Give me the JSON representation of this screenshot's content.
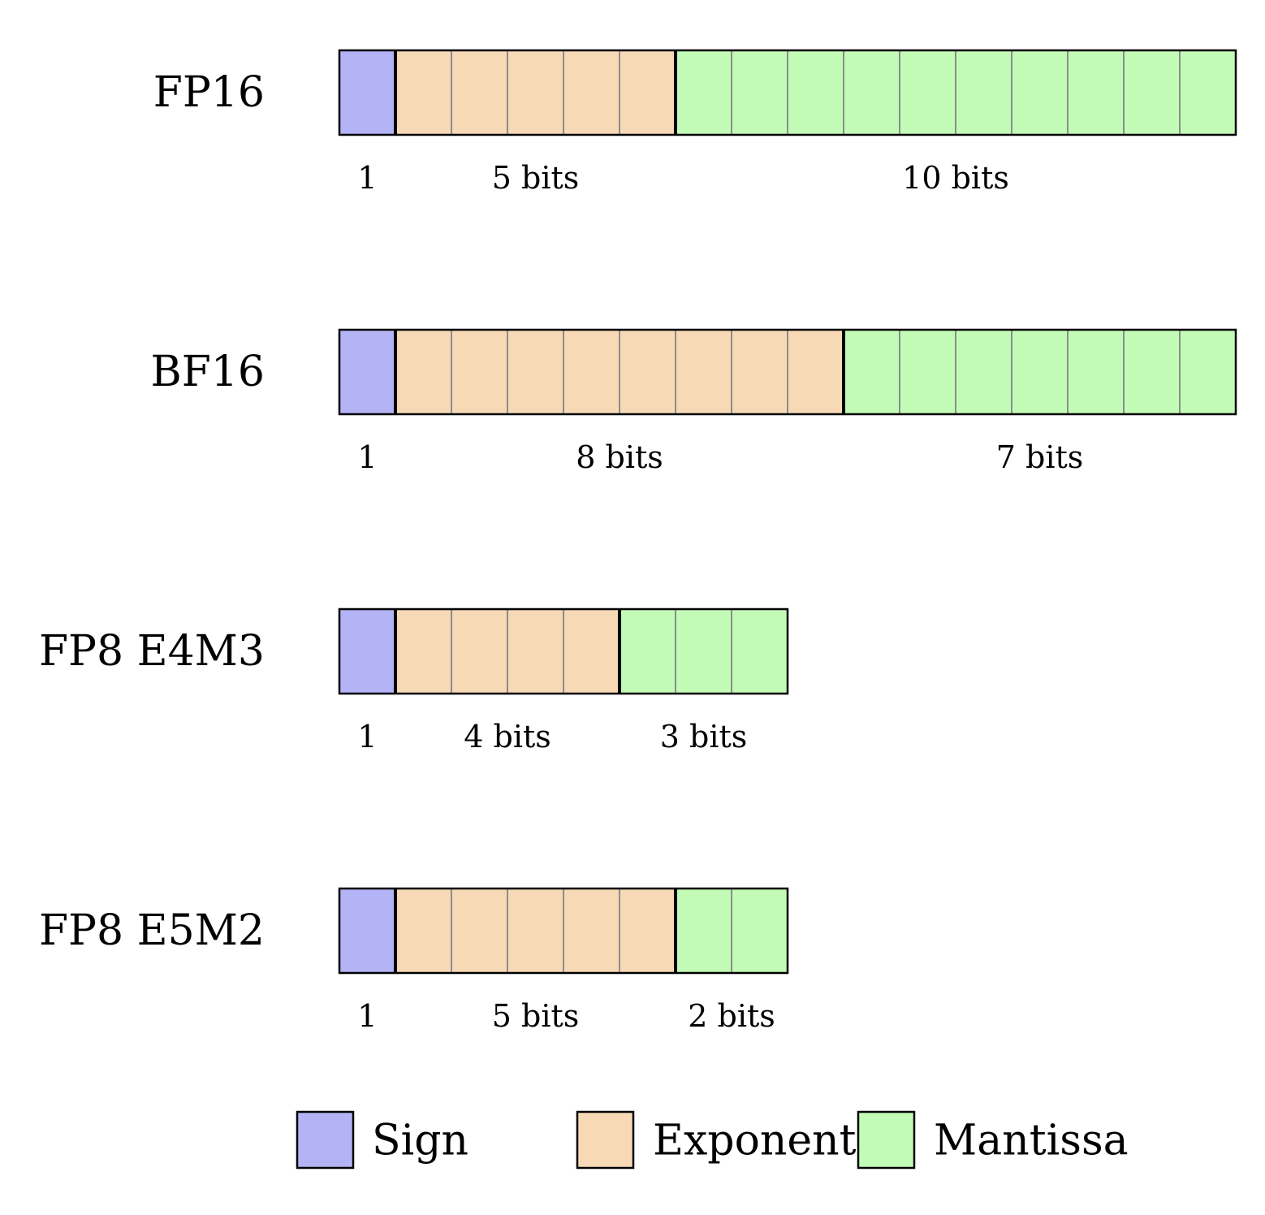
{
  "colors": {
    "sign": "#b3b3f5",
    "exponent": "#f7d9b6",
    "mantissa": "#c2fbb6",
    "cell_divider": "#8c8c8c",
    "field_border": "#000000"
  },
  "formats": [
    {
      "name": "FP16",
      "sign_bits": 1,
      "exponent_bits": 5,
      "mantissa_bits": 10,
      "sign_label": "1",
      "exponent_label": "5 bits",
      "mantissa_label": "10 bits"
    },
    {
      "name": "BF16",
      "sign_bits": 1,
      "exponent_bits": 8,
      "mantissa_bits": 7,
      "sign_label": "1",
      "exponent_label": "8 bits",
      "mantissa_label": "7 bits"
    },
    {
      "name": "FP8 E4M3",
      "sign_bits": 1,
      "exponent_bits": 4,
      "mantissa_bits": 3,
      "sign_label": "1",
      "exponent_label": "4 bits",
      "mantissa_label": "3 bits"
    },
    {
      "name": "FP8 E5M2",
      "sign_bits": 1,
      "exponent_bits": 5,
      "mantissa_bits": 2,
      "sign_label": "1",
      "exponent_label": "5 bits",
      "mantissa_label": "2 bits"
    }
  ],
  "legend": [
    {
      "key": "sign",
      "label": "Sign"
    },
    {
      "key": "exponent",
      "label": "Exponent"
    },
    {
      "key": "mantissa",
      "label": "Mantissa"
    }
  ]
}
